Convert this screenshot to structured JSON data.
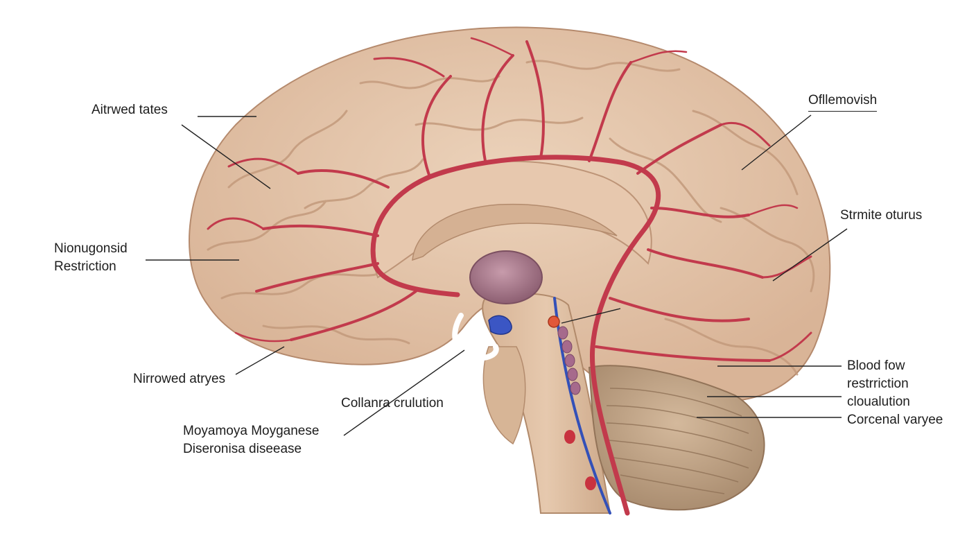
{
  "diagram": {
    "colors": {
      "brain_tissue": "#e2c3a6",
      "gyri_shade": "#c99e80",
      "artery": "#c23a4c",
      "vein": "#3250b0",
      "thalamus": "#a97b8c",
      "cerebellum": "#c7aa8c",
      "leader_line": "#222222"
    },
    "labels": {
      "top_left": "Aitrwed tates",
      "top_right": "Ofllemovish",
      "right_mid": "Strmite oturus",
      "left_mid_line1": "Nionugonsid",
      "left_mid_line2": "Restriction",
      "bottom_left": "Nirrowed atryes",
      "center_bottom": "Collanra crulution",
      "bottom_left_title_line1": "Moyamoya Moyganese",
      "bottom_left_title_line2": "Diseronisa diseease",
      "right_bottom_1": "Blood fow",
      "right_bottom_2": "restrriction",
      "right_bottom_3": "cloualution",
      "right_bottom_4": "Corcenal varyee"
    }
  }
}
